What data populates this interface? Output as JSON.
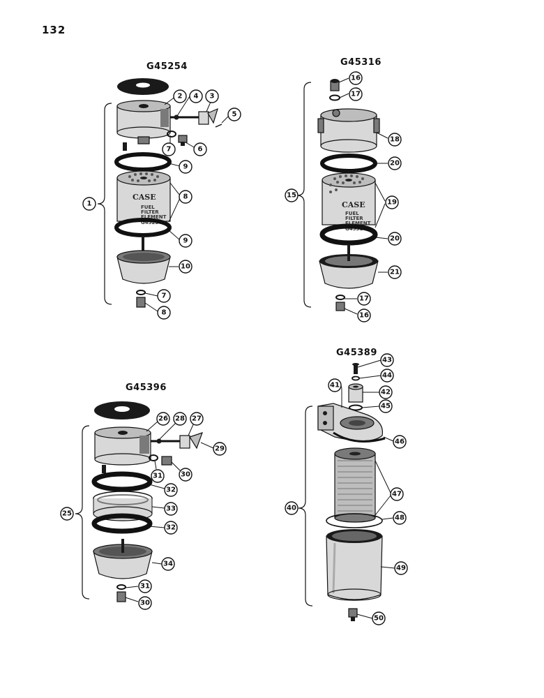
{
  "page_number": "132",
  "assemblies": [
    {
      "model": "G45254",
      "element_text": {
        "brand": "CASE",
        "line1": "FUEL",
        "line2": "FILTER",
        "line3": "ELEMENT",
        "part": "G45254"
      },
      "callouts": [
        "1",
        "2",
        "3",
        "4",
        "5",
        "6",
        "7",
        "8",
        "9",
        "9",
        "10",
        "7",
        "8"
      ]
    },
    {
      "model": "G45316",
      "element_text": {
        "brand": "CASE",
        "line1": "FUEL",
        "line2": "FILTER",
        "line3": "ELEMENT",
        "part": "G45316"
      },
      "callouts": [
        "15",
        "16",
        "17",
        "18",
        "19",
        "20",
        "20",
        "21",
        "17",
        "16"
      ]
    },
    {
      "model": "G45396",
      "callouts": [
        "25",
        "26",
        "27",
        "28",
        "29",
        "30",
        "31",
        "32",
        "32",
        "33",
        "34",
        "31",
        "30"
      ]
    },
    {
      "model": "G45389",
      "callouts": [
        "40",
        "41",
        "42",
        "43",
        "44",
        "45",
        "46",
        "47",
        "48",
        "49",
        "50"
      ]
    }
  ]
}
